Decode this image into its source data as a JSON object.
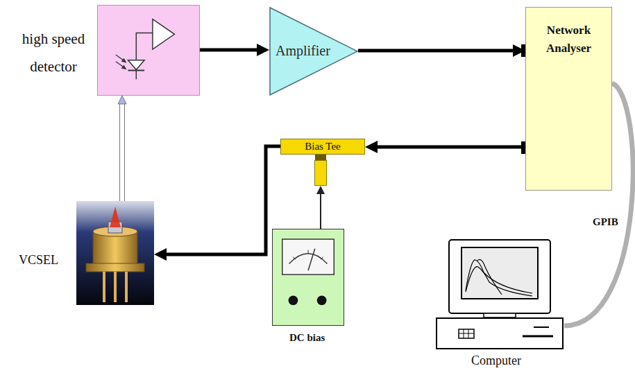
{
  "diagram": {
    "nodes": [
      {
        "text": [
          "high speed detector"
        ]
      },
      {
        "text": [
          "Amplifier"
        ]
      },
      {
        "text": [
          "Network Analyser"
        ]
      },
      {
        "text": [
          "Bias Tee"
        ]
      },
      {
        "text": [
          "DC bias"
        ]
      },
      {
        "text": [
          "VCSEL"
        ]
      },
      {
        "text": [
          "Computer"
        ]
      }
    ],
    "edges": [
      {
        "from": 0,
        "to": 1,
        "arrow": "to"
      },
      {
        "from": 1,
        "to": 2,
        "arrow": "to"
      },
      {
        "from": 2,
        "to": 3,
        "arrow": "to"
      },
      {
        "from": 3,
        "to": 5,
        "arrow": "to"
      },
      {
        "from": 4,
        "to": 3,
        "arrow": "to"
      },
      {
        "from": 5,
        "to": 0,
        "arrow": "to"
      },
      {
        "from": 2,
        "to": 6,
        "arrow": "none"
      }
    ],
    "labels": [
      "GPIB"
    ]
  }
}
